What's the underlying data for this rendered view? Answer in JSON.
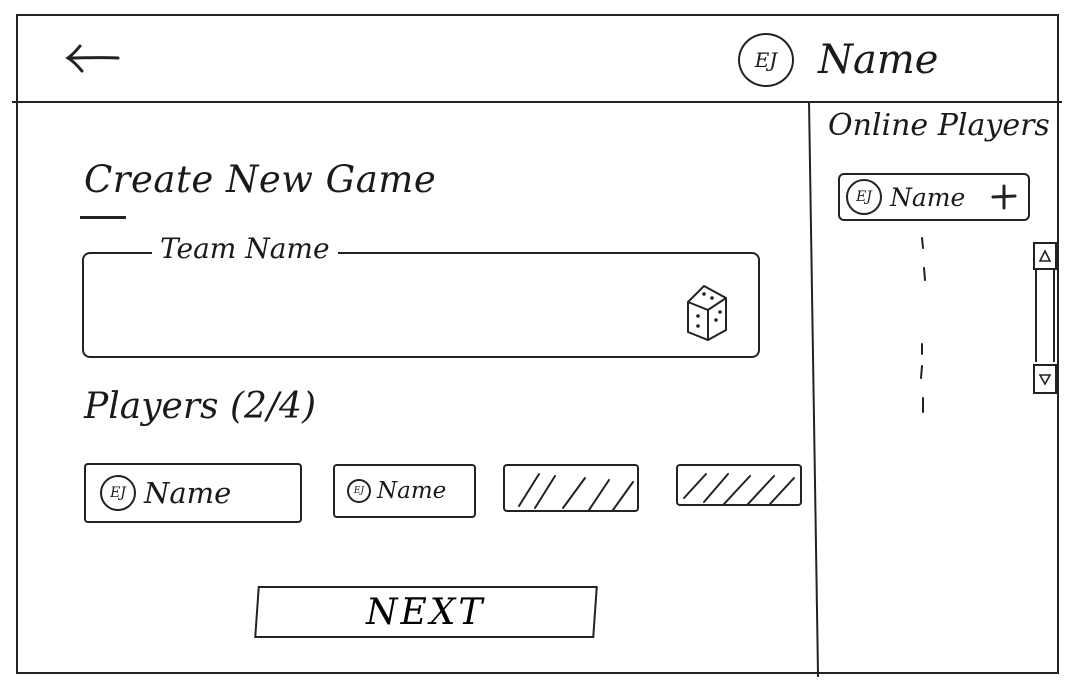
{
  "header": {
    "back_icon": "arrow-left-icon",
    "user_name": "Name",
    "avatar_initials": "EJ"
  },
  "main": {
    "title": "Create New Game",
    "team_field": {
      "label": "Team Name",
      "value": "",
      "dice_icon": "dice-icon"
    },
    "players_heading": "Players (2/4)",
    "player_slots": [
      {
        "name": "Name",
        "avatar": "EJ",
        "filled": true
      },
      {
        "name": "Name",
        "avatar": "EJ",
        "filled": true
      },
      {
        "filled": false
      },
      {
        "filled": false
      }
    ],
    "next_label": "NEXT"
  },
  "sidebar": {
    "title": "Online Players",
    "players": [
      {
        "name": "Name",
        "avatar": "EJ",
        "add_icon": "plus-icon"
      }
    ],
    "scroll_up_icon": "triangle-up-icon",
    "scroll_down_icon": "triangle-down-icon"
  }
}
